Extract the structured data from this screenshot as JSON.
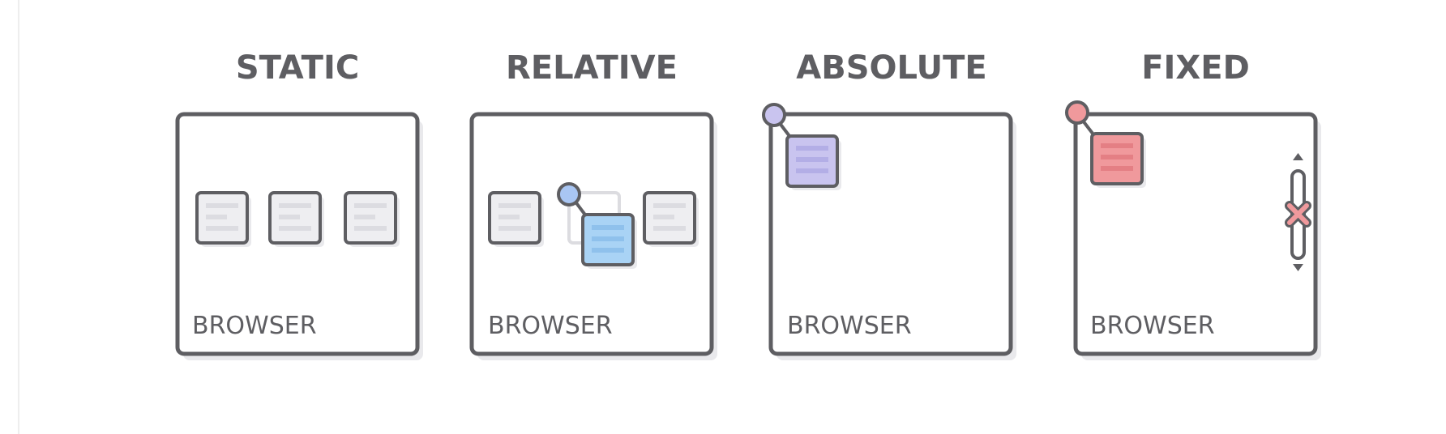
{
  "panels": [
    {
      "id": "static",
      "heading": "STATIC",
      "browser_label": "BROWSER"
    },
    {
      "id": "relative",
      "heading": "RELATIVE",
      "browser_label": "BROWSER"
    },
    {
      "id": "absolute",
      "heading": "ABSOLUTE",
      "browser_label": "BROWSER"
    },
    {
      "id": "fixed",
      "heading": "FIXED",
      "browser_label": "BROWSER"
    }
  ],
  "colors": {
    "stroke": "#5e5e62",
    "shadow": "#e9e9ec",
    "box_gray": "#eeeef1",
    "box_lines_gray": "#dcdce1",
    "relative_box": "#a9d3f5",
    "relative_lines": "#8fc1ec",
    "relative_pin": "#a9c6f3",
    "absolute_box": "#c9c4ef",
    "absolute_lines": "#b3aee6",
    "absolute_pin": "#c9c4ef",
    "fixed_box": "#f0999c",
    "fixed_lines": "#e47f84",
    "fixed_pin": "#f0999c",
    "ghost_box": "#dcdce0"
  }
}
